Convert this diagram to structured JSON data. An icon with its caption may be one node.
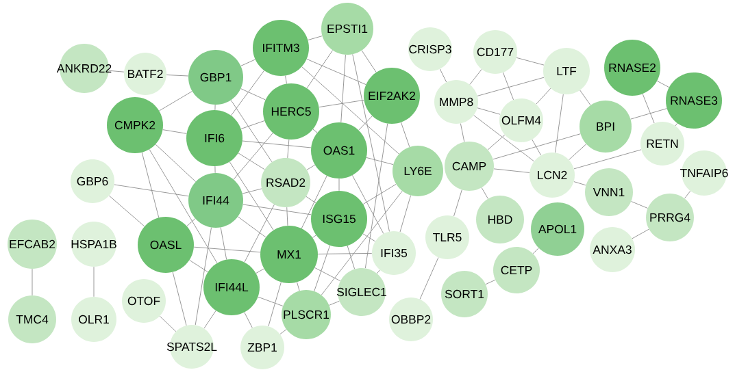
{
  "diagram": {
    "nodes": [
      {
        "text": [
          "EPSTI1"
        ]
      },
      {
        "text": [
          "IFITM3"
        ]
      },
      {
        "text": [
          "CRISP3"
        ]
      },
      {
        "text": [
          "CD177"
        ]
      },
      {
        "text": [
          "ANKRD22"
        ]
      },
      {
        "text": [
          "BATF2"
        ]
      },
      {
        "text": [
          "LTF"
        ]
      },
      {
        "text": [
          "RNASE2"
        ]
      },
      {
        "text": [
          "GBP1"
        ]
      },
      {
        "text": [
          "EIF2AK2"
        ]
      },
      {
        "text": [
          "MMP8"
        ]
      },
      {
        "text": [
          "RNASE3"
        ]
      },
      {
        "text": [
          "HERC5"
        ]
      },
      {
        "text": [
          "OLFM4"
        ]
      },
      {
        "text": [
          "BPI"
        ]
      },
      {
        "text": [
          "CMPK2"
        ]
      },
      {
        "text": [
          "IFI6"
        ]
      },
      {
        "text": [
          "RETN"
        ]
      },
      {
        "text": [
          "OAS1"
        ]
      },
      {
        "text": [
          "CAMP"
        ]
      },
      {
        "text": [
          "LY6E"
        ]
      },
      {
        "text": [
          "LCN2"
        ]
      },
      {
        "text": [
          "GBP6"
        ]
      },
      {
        "text": [
          "RSAD2"
        ]
      },
      {
        "text": [
          "TNFAIP6"
        ]
      },
      {
        "text": [
          "IFI44"
        ]
      },
      {
        "text": [
          "VNN1"
        ]
      },
      {
        "text": [
          "ISG15"
        ]
      },
      {
        "text": [
          "HBD"
        ]
      },
      {
        "text": [
          "PRRG4"
        ]
      },
      {
        "text": [
          "APOL1"
        ]
      },
      {
        "text": [
          "EFCAB2"
        ]
      },
      {
        "text": [
          "HSPA1B"
        ]
      },
      {
        "text": [
          "OASL"
        ]
      },
      {
        "text": [
          "TLR5"
        ]
      },
      {
        "text": [
          "ANXA3"
        ]
      },
      {
        "text": [
          "MX1"
        ]
      },
      {
        "text": [
          "IFI35"
        ]
      },
      {
        "text": [
          "CETP"
        ]
      },
      {
        "text": [
          "SIGLEC1"
        ]
      },
      {
        "text": [
          "SORT1"
        ]
      },
      {
        "text": [
          "IFI44L"
        ]
      },
      {
        "text": [
          "OTOF"
        ]
      },
      {
        "text": [
          "PLSCR1"
        ]
      },
      {
        "text": [
          "OBBP2"
        ]
      },
      {
        "text": [
          "TMC4"
        ]
      },
      {
        "text": [
          "OLR1"
        ]
      },
      {
        "text": [
          "SPATS2L"
        ]
      },
      {
        "text": [
          "ZBP1"
        ]
      }
    ],
    "edges": [
      {
        "from": 0,
        "to": 1,
        "arrow": "none"
      },
      {
        "from": 0,
        "to": 9,
        "arrow": "none"
      },
      {
        "from": 0,
        "to": 12,
        "arrow": "none"
      },
      {
        "from": 0,
        "to": 18,
        "arrow": "none"
      },
      {
        "from": 0,
        "to": 37,
        "arrow": "none"
      },
      {
        "from": 1,
        "to": 8,
        "arrow": "none"
      },
      {
        "from": 1,
        "to": 9,
        "arrow": "none"
      },
      {
        "from": 1,
        "to": 12,
        "arrow": "none"
      },
      {
        "from": 1,
        "to": 16,
        "arrow": "none"
      },
      {
        "from": 1,
        "to": 20,
        "arrow": "none"
      },
      {
        "from": 8,
        "to": 12,
        "arrow": "none"
      },
      {
        "from": 8,
        "to": 15,
        "arrow": "none"
      },
      {
        "from": 8,
        "to": 16,
        "arrow": "none"
      },
      {
        "from": 8,
        "to": 23,
        "arrow": "none"
      },
      {
        "from": 9,
        "to": 12,
        "arrow": "none"
      },
      {
        "from": 9,
        "to": 18,
        "arrow": "none"
      },
      {
        "from": 9,
        "to": 39,
        "arrow": "none"
      },
      {
        "from": 12,
        "to": 16,
        "arrow": "none"
      },
      {
        "from": 12,
        "to": 18,
        "arrow": "none"
      },
      {
        "from": 12,
        "to": 23,
        "arrow": "none"
      },
      {
        "from": 12,
        "to": 25,
        "arrow": "none"
      },
      {
        "from": 15,
        "to": 16,
        "arrow": "none"
      },
      {
        "from": 15,
        "to": 25,
        "arrow": "none"
      },
      {
        "from": 15,
        "to": 33,
        "arrow": "none"
      },
      {
        "from": 15,
        "to": 41,
        "arrow": "none"
      },
      {
        "from": 16,
        "to": 18,
        "arrow": "none"
      },
      {
        "from": 16,
        "to": 23,
        "arrow": "none"
      },
      {
        "from": 16,
        "to": 25,
        "arrow": "none"
      },
      {
        "from": 16,
        "to": 36,
        "arrow": "none"
      },
      {
        "from": 18,
        "to": 23,
        "arrow": "none"
      },
      {
        "from": 18,
        "to": 27,
        "arrow": "none"
      },
      {
        "from": 18,
        "to": 36,
        "arrow": "none"
      },
      {
        "from": 23,
        "to": 25,
        "arrow": "none"
      },
      {
        "from": 23,
        "to": 27,
        "arrow": "none"
      },
      {
        "from": 23,
        "to": 36,
        "arrow": "none"
      },
      {
        "from": 23,
        "to": 41,
        "arrow": "none"
      },
      {
        "from": 25,
        "to": 27,
        "arrow": "none"
      },
      {
        "from": 25,
        "to": 33,
        "arrow": "none"
      },
      {
        "from": 25,
        "to": 36,
        "arrow": "none"
      },
      {
        "from": 25,
        "to": 41,
        "arrow": "none"
      },
      {
        "from": 27,
        "to": 36,
        "arrow": "none"
      },
      {
        "from": 27,
        "to": 43,
        "arrow": "none"
      },
      {
        "from": 33,
        "to": 36,
        "arrow": "none"
      },
      {
        "from": 33,
        "to": 41,
        "arrow": "none"
      },
      {
        "from": 33,
        "to": 47,
        "arrow": "none"
      },
      {
        "from": 36,
        "to": 41,
        "arrow": "none"
      },
      {
        "from": 36,
        "to": 43,
        "arrow": "none"
      },
      {
        "from": 41,
        "to": 43,
        "arrow": "none"
      },
      {
        "from": 20,
        "to": 9,
        "arrow": "none"
      },
      {
        "from": 20,
        "to": 18,
        "arrow": "none"
      },
      {
        "from": 20,
        "to": 27,
        "arrow": "none"
      },
      {
        "from": 20,
        "to": 37,
        "arrow": "none"
      },
      {
        "from": 20,
        "to": 43,
        "arrow": "none"
      },
      {
        "from": 37,
        "to": 18,
        "arrow": "none"
      },
      {
        "from": 37,
        "to": 27,
        "arrow": "none"
      },
      {
        "from": 37,
        "to": 36,
        "arrow": "none"
      },
      {
        "from": 37,
        "to": 39,
        "arrow": "none"
      },
      {
        "from": 39,
        "to": 27,
        "arrow": "none"
      },
      {
        "from": 39,
        "to": 36,
        "arrow": "none"
      },
      {
        "from": 39,
        "to": 43,
        "arrow": "none"
      },
      {
        "from": 48,
        "to": 41,
        "arrow": "none"
      },
      {
        "from": 48,
        "to": 36,
        "arrow": "none"
      },
      {
        "from": 48,
        "to": 43,
        "arrow": "none"
      },
      {
        "from": 47,
        "to": 41,
        "arrow": "none"
      },
      {
        "from": 47,
        "to": 25,
        "arrow": "none"
      },
      {
        "from": 42,
        "to": 47,
        "arrow": "none"
      },
      {
        "from": 22,
        "to": 25,
        "arrow": "none"
      },
      {
        "from": 22,
        "to": 33,
        "arrow": "none"
      },
      {
        "from": 4,
        "to": 5,
        "arrow": "none"
      },
      {
        "from": 5,
        "to": 8,
        "arrow": "none"
      },
      {
        "from": 31,
        "to": 45,
        "arrow": "none"
      },
      {
        "from": 32,
        "to": 46,
        "arrow": "none"
      },
      {
        "from": 2,
        "to": 10,
        "arrow": "none"
      },
      {
        "from": 3,
        "to": 10,
        "arrow": "none"
      },
      {
        "from": 3,
        "to": 6,
        "arrow": "none"
      },
      {
        "from": 3,
        "to": 13,
        "arrow": "none"
      },
      {
        "from": 10,
        "to": 6,
        "arrow": "none"
      },
      {
        "from": 10,
        "to": 13,
        "arrow": "none"
      },
      {
        "from": 10,
        "to": 21,
        "arrow": "none"
      },
      {
        "from": 10,
        "to": 19,
        "arrow": "none"
      },
      {
        "from": 6,
        "to": 13,
        "arrow": "none"
      },
      {
        "from": 6,
        "to": 21,
        "arrow": "none"
      },
      {
        "from": 6,
        "to": 14,
        "arrow": "none"
      },
      {
        "from": 13,
        "to": 19,
        "arrow": "none"
      },
      {
        "from": 13,
        "to": 21,
        "arrow": "none"
      },
      {
        "from": 14,
        "to": 19,
        "arrow": "none"
      },
      {
        "from": 14,
        "to": 21,
        "arrow": "none"
      },
      {
        "from": 14,
        "to": 11,
        "arrow": "none"
      },
      {
        "from": 7,
        "to": 11,
        "arrow": "none"
      },
      {
        "from": 7,
        "to": 17,
        "arrow": "none"
      },
      {
        "from": 11,
        "to": 17,
        "arrow": "none"
      },
      {
        "from": 17,
        "to": 21,
        "arrow": "none"
      },
      {
        "from": 19,
        "to": 21,
        "arrow": "none"
      },
      {
        "from": 19,
        "to": 28,
        "arrow": "none"
      },
      {
        "from": 19,
        "to": 34,
        "arrow": "none"
      },
      {
        "from": 21,
        "to": 26,
        "arrow": "none"
      },
      {
        "from": 26,
        "to": 29,
        "arrow": "none"
      },
      {
        "from": 24,
        "to": 29,
        "arrow": "none"
      },
      {
        "from": 29,
        "to": 35,
        "arrow": "none"
      },
      {
        "from": 30,
        "to": 38,
        "arrow": "none"
      },
      {
        "from": 38,
        "to": 40,
        "arrow": "none"
      },
      {
        "from": 34,
        "to": 44,
        "arrow": "none"
      }
    ]
  }
}
